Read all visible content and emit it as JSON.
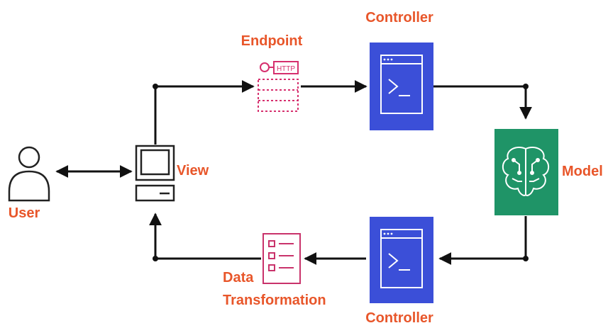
{
  "nodes": {
    "user": {
      "label": "User",
      "icon": "user-icon"
    },
    "view": {
      "label": "View",
      "icon": "desktop-computer-icon"
    },
    "endpoint": {
      "label": "Endpoint",
      "icon": "http-endpoint-icon",
      "badge": "HTTP"
    },
    "controller_top": {
      "label": "Controller",
      "icon": "terminal-icon"
    },
    "model": {
      "label": "Model",
      "icon": "brain-icon"
    },
    "controller_bottom": {
      "label": "Controller",
      "icon": "terminal-icon"
    },
    "data_transformation": {
      "label_line1": "Data",
      "label_line2": "Transformation",
      "icon": "checklist-icon"
    }
  },
  "colors": {
    "label": "#e8562a",
    "controller_fill": "#3b4fd8",
    "model_fill": "#1f9467",
    "endpoint_stroke": "#d6306e",
    "checklist_stroke": "#c9336b",
    "line": "#111111"
  }
}
